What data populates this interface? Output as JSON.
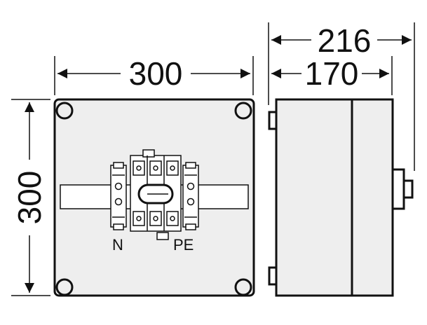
{
  "dimensions": {
    "front_width": "300",
    "front_height": "300",
    "side_total_depth": "216",
    "side_body_depth": "170"
  },
  "labels": {
    "neutral": "N",
    "protective_earth": "PE"
  }
}
